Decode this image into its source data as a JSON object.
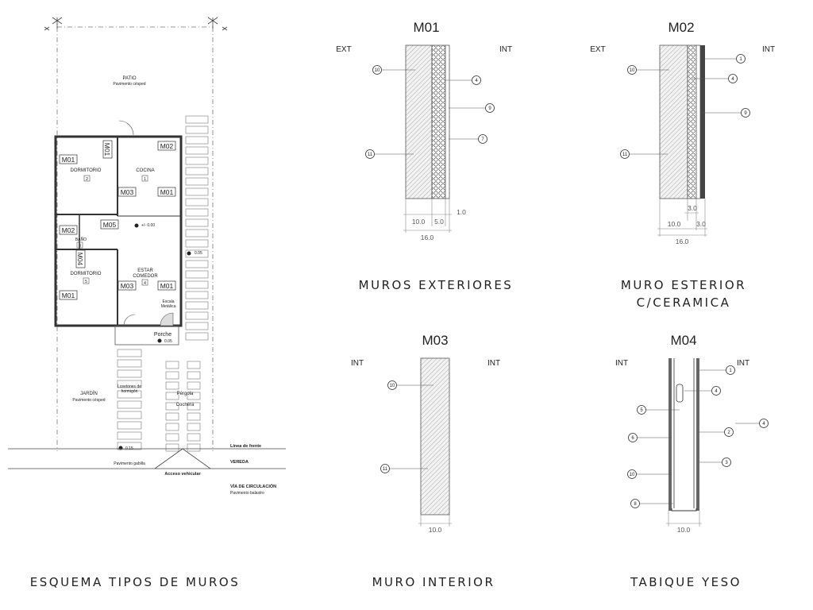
{
  "captions": {
    "plan": "ESQUEMA TIPOS DE MUROS",
    "m01": "MUROS EXTERIORES",
    "m02_line1": "MURO ESTERIOR",
    "m02_line2": "C/CERAMICA",
    "m03": "MURO INTERIOR",
    "m04": "TABIQUE YESO"
  },
  "plan": {
    "patio": "PATIO",
    "patio_sub": "Pavimento césped",
    "dormitorio2": "DORMITORIO",
    "dormitorio2_num": "2",
    "cocina": "COCINA",
    "cocina_num": "1",
    "bano": "BAÑO",
    "bano_num": "3",
    "dormitorio5": "DORMITORIO",
    "dormitorio5_num": "5",
    "estar": "ESTAR",
    "comedor": "COMEDOR",
    "estar_num": "4",
    "escala": "Escala",
    "metalica": "Metálica",
    "porche": "Porche",
    "porche_level": "0.05",
    "level_000": "+/- 0.00",
    "level_005": "0.05",
    "level_015": "0.15",
    "jardin": "JARDÍN",
    "jardin_sub": "Pavimento césped",
    "losetones": "Losetones de",
    "hormigon": "hormigón",
    "pergola": "Pérgola",
    "cochera": "Cochera",
    "linea_frente": "Línea de frente",
    "vereda": "VEREDA",
    "pav_gabilla": "Pavimento gabilla",
    "acceso": "Acceso vehicular",
    "via": "VÍA DE CIRCULACIÓN",
    "pav_balastro": "Pavimento balastro",
    "tags": {
      "m01_a": "M01",
      "m01_b": "M01",
      "m01_c": "M01",
      "m01_d": "M01",
      "m01_e": "M01",
      "m02_a": "M02",
      "m02_b": "M02",
      "m03_a": "M03",
      "m03_b": "M03",
      "m04": "M04",
      "m05": "M05"
    }
  },
  "m01": {
    "title": "M01",
    "ext": "EXT",
    "int": "INT",
    "callouts": [
      "10",
      "4",
      "9",
      "7",
      "11"
    ],
    "dims": [
      "10.0",
      "5.0",
      "1.0",
      "16.0"
    ]
  },
  "m02": {
    "title": "M02",
    "ext": "EXT",
    "int": "INT",
    "callouts": [
      "1",
      "10",
      "4",
      "9",
      "11"
    ],
    "dims": [
      "3.0",
      "10.0",
      "3.0",
      "16.0"
    ]
  },
  "m03": {
    "title": "M03",
    "int_l": "INT",
    "int_r": "INT",
    "callouts": [
      "10",
      "11"
    ],
    "dims": [
      "10.0"
    ]
  },
  "m04": {
    "title": "M04",
    "int_l": "INT",
    "int_r": "INT",
    "callouts": [
      "1",
      "4",
      "5",
      "4",
      "6",
      "2",
      "3",
      "10",
      "8"
    ],
    "dims": [
      "10.0"
    ]
  },
  "colors": {
    "ink": "#222222",
    "hatch": "#777777",
    "wall": "#444444"
  }
}
